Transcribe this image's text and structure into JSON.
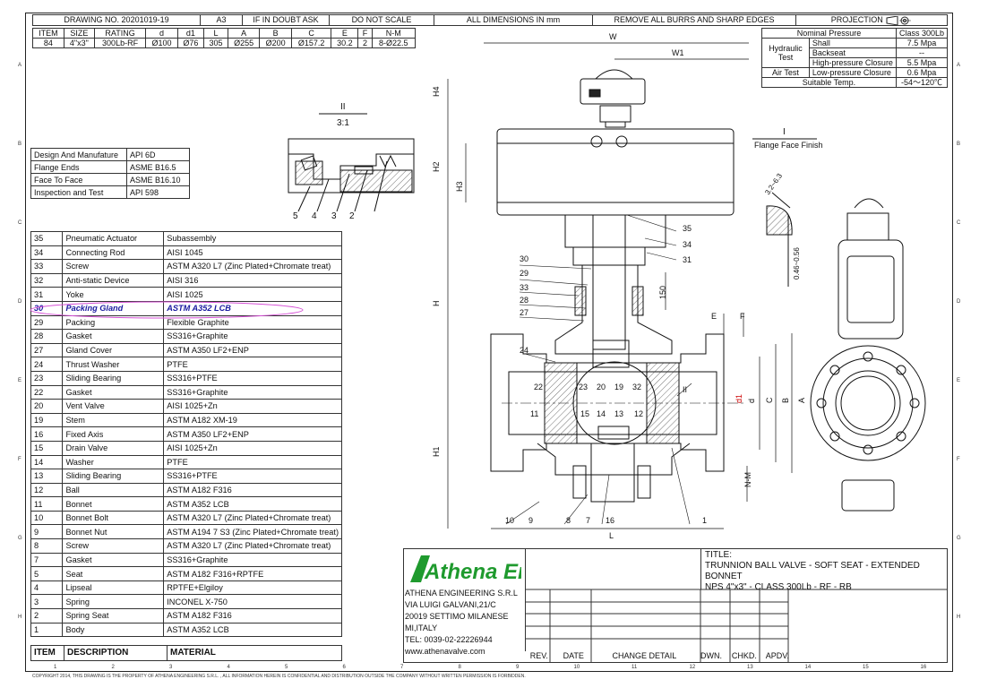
{
  "top_bar": {
    "drawing_no": "DRAWING NO. 20201019-19",
    "size": "A3",
    "if_doubt": "IF IN DOUBT ASK",
    "scale": "DO NOT SCALE",
    "dimensions": "ALL DIMENSIONS IN mm",
    "burrs": "REMOVE ALL BURRS AND SHARP EDGES",
    "projection": "PROJECTION"
  },
  "dim_table": {
    "headers": [
      "ITEM",
      "SIZE",
      "RATING",
      "d",
      "d1",
      "L",
      "A",
      "B",
      "C",
      "E",
      "F",
      "N-M"
    ],
    "row": [
      "84",
      "4\"x3\"",
      "300Lb-RF",
      "Ø100",
      "Ø76",
      "305",
      "Ø255",
      "Ø200",
      "Ø157.2",
      "30.2",
      "2",
      "8-Ø22.5"
    ]
  },
  "pressure_table": {
    "nominal_label": "Nominal Pressure",
    "nominal_value": "Class 300Lb",
    "hydraulic_label": "Hydraulic Test",
    "rows": [
      {
        "label": "Shall",
        "value": "7.5 Mpa"
      },
      {
        "label": "Backseat",
        "value": "--"
      },
      {
        "label": "High-pressure Closure",
        "value": "5.5 Mpa"
      }
    ],
    "air_label": "Air Test",
    "air_row": {
      "label": "Low-pressure Closure",
      "value": "0.6 Mpa"
    },
    "temp_label": "Suitable Temp.",
    "temp_value": "-54～120℃"
  },
  "standards": [
    {
      "label": "Design And Manufature",
      "value": "API 6D"
    },
    {
      "label": "Flange Ends",
      "value": "ASME B16.5"
    },
    {
      "label": "Face To Face",
      "value": "ASME B16.10"
    },
    {
      "label": "Inspection and Test",
      "value": "API 598"
    }
  ],
  "detail": {
    "title": "II",
    "scale": "3:1",
    "flange_title": "I",
    "flange_caption": "Flange Face Finish",
    "roughness": "3.2~6.3",
    "thickness": "0.46~0.56"
  },
  "bom": [
    {
      "item": "35",
      "desc": "Pneumatic Actuator",
      "mat": "Subassembly"
    },
    {
      "item": "34",
      "desc": "Connecting Rod",
      "mat": "AISI 1045"
    },
    {
      "item": "33",
      "desc": "Screw",
      "mat": "ASTM A320 L7 (Zinc Plated+Chromate treat)"
    },
    {
      "item": "32",
      "desc": "Anti-static Device",
      "mat": "AISI 316"
    },
    {
      "item": "31",
      "desc": "Yoke",
      "mat": "AISI 1025"
    },
    {
      "item": "30",
      "desc": "Packing Gland",
      "mat": "ASTM A352 LCB"
    },
    {
      "item": "29",
      "desc": "Packing",
      "mat": "Flexible Graphite"
    },
    {
      "item": "28",
      "desc": "Gasket",
      "mat": "SS316+Graphite"
    },
    {
      "item": "27",
      "desc": "Gland Cover",
      "mat": "ASTM A350 LF2+ENP"
    },
    {
      "item": "24",
      "desc": "Thrust Washer",
      "mat": "PTFE"
    },
    {
      "item": "23",
      "desc": "Sliding Bearing",
      "mat": "SS316+PTFE"
    },
    {
      "item": "22",
      "desc": "Gasket",
      "mat": "SS316+Graphite"
    },
    {
      "item": "20",
      "desc": "Vent Valve",
      "mat": "AISI 1025+Zn"
    },
    {
      "item": "19",
      "desc": "Stem",
      "mat": "ASTM A182 XM-19"
    },
    {
      "item": "16",
      "desc": "Fixed Axis",
      "mat": "ASTM A350 LF2+ENP"
    },
    {
      "item": "15",
      "desc": "Drain Valve",
      "mat": "AISI 1025+Zn"
    },
    {
      "item": "14",
      "desc": "Washer",
      "mat": "PTFE"
    },
    {
      "item": "13",
      "desc": "Sliding Bearing",
      "mat": "SS316+PTFE"
    },
    {
      "item": "12",
      "desc": "Ball",
      "mat": "ASTM A182 F316"
    },
    {
      "item": "11",
      "desc": "Bonnet",
      "mat": "ASTM A352 LCB"
    },
    {
      "item": "10",
      "desc": "Bonnet Bolt",
      "mat": "ASTM A320 L7 (Zinc Plated+Chromate treat)"
    },
    {
      "item": "9",
      "desc": "Bonnet Nut",
      "mat": "ASTM A194 7 S3 (Zinc Plated+Chromate treat)"
    },
    {
      "item": "8",
      "desc": "Screw",
      "mat": "ASTM A320 L7 (Zinc Plated+Chromate treat)"
    },
    {
      "item": "7",
      "desc": "Gasket",
      "mat": "SS316+Graphite"
    },
    {
      "item": "5",
      "desc": "Seat",
      "mat": "ASTM A182 F316+RPTFE"
    },
    {
      "item": "4",
      "desc": "Lipseal",
      "mat": "RPTFE+Elgiloy"
    },
    {
      "item": "3",
      "desc": "Spring",
      "mat": "INCONEL X-750"
    },
    {
      "item": "2",
      "desc": "Spring Seat",
      "mat": "ASTM A182 F316"
    },
    {
      "item": "1",
      "desc": "Body",
      "mat": "ASTM A352 LCB"
    }
  ],
  "bom_footer": {
    "item": "ITEM",
    "desc": "DESCRIPTION",
    "mat": "MATERIAL"
  },
  "company": {
    "logo": "Athena Eng",
    "name": "ATHENA ENGINEERING S.R.L",
    "street": "VIA LUIGI GALVANI,21/C",
    "city": "20019 SETTIMO MILANESE",
    "country": "MI,ITALY",
    "tel": "TEL: 0039-02-22226944",
    "web": "www.athenavalve.com"
  },
  "title_block": {
    "label": "TITLE:",
    "line1": "TRUNNION BALL VALVE - SOFT SEAT - EXTENDED BONNET",
    "line2": "NPS 4\"x3\" - CLASS 300Lb - RF - RB",
    "rev_headers": [
      "REV.",
      "DATE",
      "CHANGE DETAIL",
      "DWN.",
      "CHKD.",
      "APDV."
    ]
  },
  "copyright": "COPYRIGHT 2014, THIS DRAWING IS THE PROPERTY OF ATHENA ENGINEERING S.R.L. , ALL INFORMATION HEREIN IS CONFIDENTIAL AND DISTRIBUTION OUTSIDE THE COMPANY WITHOUT WRITTEN PERMISSION IS FORBIDDEN.",
  "dims": {
    "W": "W",
    "W1": "W1",
    "H": "H",
    "H1": "H1",
    "H2": "H2",
    "H3": "H3",
    "H4": "H4",
    "L": "L",
    "d": "d",
    "d1": "d1",
    "C": "C",
    "B": "B",
    "A": "A",
    "E": "E",
    "F": "F",
    "NM": "N-M",
    "h150": "150"
  },
  "callouts": {
    "c35": "35",
    "c34": "34",
    "c31": "31",
    "c30": "30",
    "c29": "29",
    "c33": "33",
    "c28": "28",
    "c27": "27",
    "c24": "24",
    "c22": "22",
    "c23": "23",
    "c20": "20",
    "c19": "19",
    "c32": "32",
    "c11": "11",
    "c15": "15",
    "c14": "14",
    "c13": "13",
    "c12": "12",
    "c10": "10",
    "c9": "9",
    "c8": "8",
    "c7": "7",
    "c16": "16",
    "c1": "1",
    "cII": "II",
    "d5": "5",
    "d4": "4",
    "d3": "3",
    "d2": "2"
  },
  "ticks": {
    "cols": [
      "1",
      "2",
      "3",
      "4",
      "5",
      "6",
      "7",
      "8",
      "9",
      "10",
      "11",
      "12",
      "13",
      "14",
      "15",
      "16"
    ],
    "rows": [
      "A",
      "B",
      "C",
      "D",
      "E",
      "F",
      "G",
      "H"
    ]
  }
}
